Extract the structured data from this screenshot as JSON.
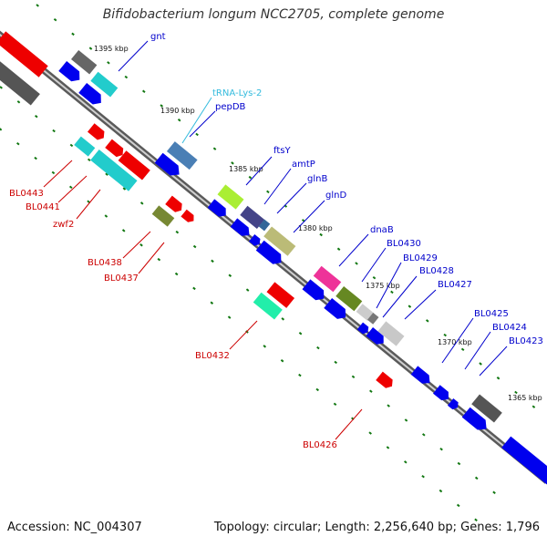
{
  "title": "Bifidobacterium longum NCC2705, complete genome",
  "footer": {
    "accession": "Accession: NC_004307",
    "topology": "Topology: circular; Length: 2,256,640 bp; Genes: 1,796"
  },
  "scale_labels": [
    "1395 kbp",
    "1390 kbp",
    "1385 kbp",
    "1380 kbp",
    "1375 kbp",
    "1370 kbp",
    "1365 kbp"
  ],
  "gene_labels_right": [
    "gnt",
    "tRNA-Lys-2",
    "pepDB",
    "ftsY",
    "amtP",
    "glnB",
    "glnD",
    "dnaB",
    "BL0430",
    "BL0429",
    "BL0428",
    "BL0427",
    "BL0425",
    "BL0424",
    "BL0423"
  ],
  "gene_labels_left": [
    "BL0443",
    "BL0441",
    "zwf2",
    "BL0438",
    "BL0437",
    "BL0432",
    "BL0426"
  ],
  "colors": {
    "forward_gene": "#0000ee",
    "reverse_gene": "#ee0000",
    "trna_label": "#33bbdd",
    "right_label": "#0000cc",
    "left_label": "#cc0000",
    "backbone": "#777777",
    "tick": "#117711"
  }
}
